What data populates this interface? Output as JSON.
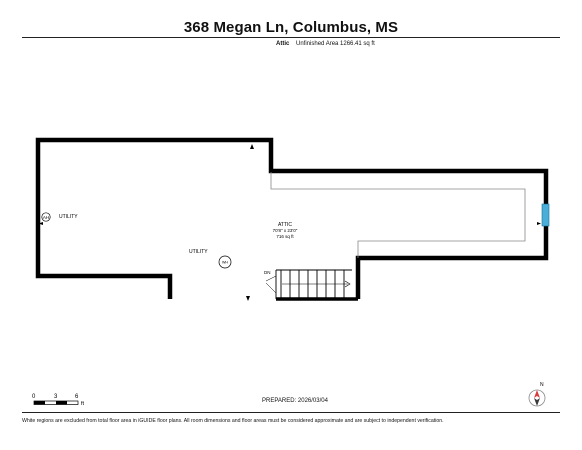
{
  "header": {
    "title": "368 Megan Ln, Columbus, MS",
    "floor_name": "Attic",
    "area_text": "Unfinished Area 1266.41 sq ft"
  },
  "rooms": {
    "utility_left": "UTILITY",
    "utility_center": "UTILITY",
    "attic_name": "ATTIC",
    "attic_dims": "70'8\" x 23'0\"",
    "attic_area": "716 sq ft",
    "stair_label": "DN"
  },
  "symbols": {
    "furnace_label": "AH",
    "water_heater_label": "WH"
  },
  "scale": {
    "ticks": [
      "0",
      "3",
      "6"
    ],
    "unit": "ft"
  },
  "footer": {
    "prepared": "PREPARED: 2026/03/04",
    "disclaimer": "White regions are excluded from total floor area in iGUIDE floor plans. All room dimensions and floor areas must be considered approximate and are subject to independent verification."
  },
  "compass": {
    "north": "N"
  },
  "colors": {
    "wall": "#000000",
    "window": "#4aaed9",
    "inner_line": "#888888"
  }
}
